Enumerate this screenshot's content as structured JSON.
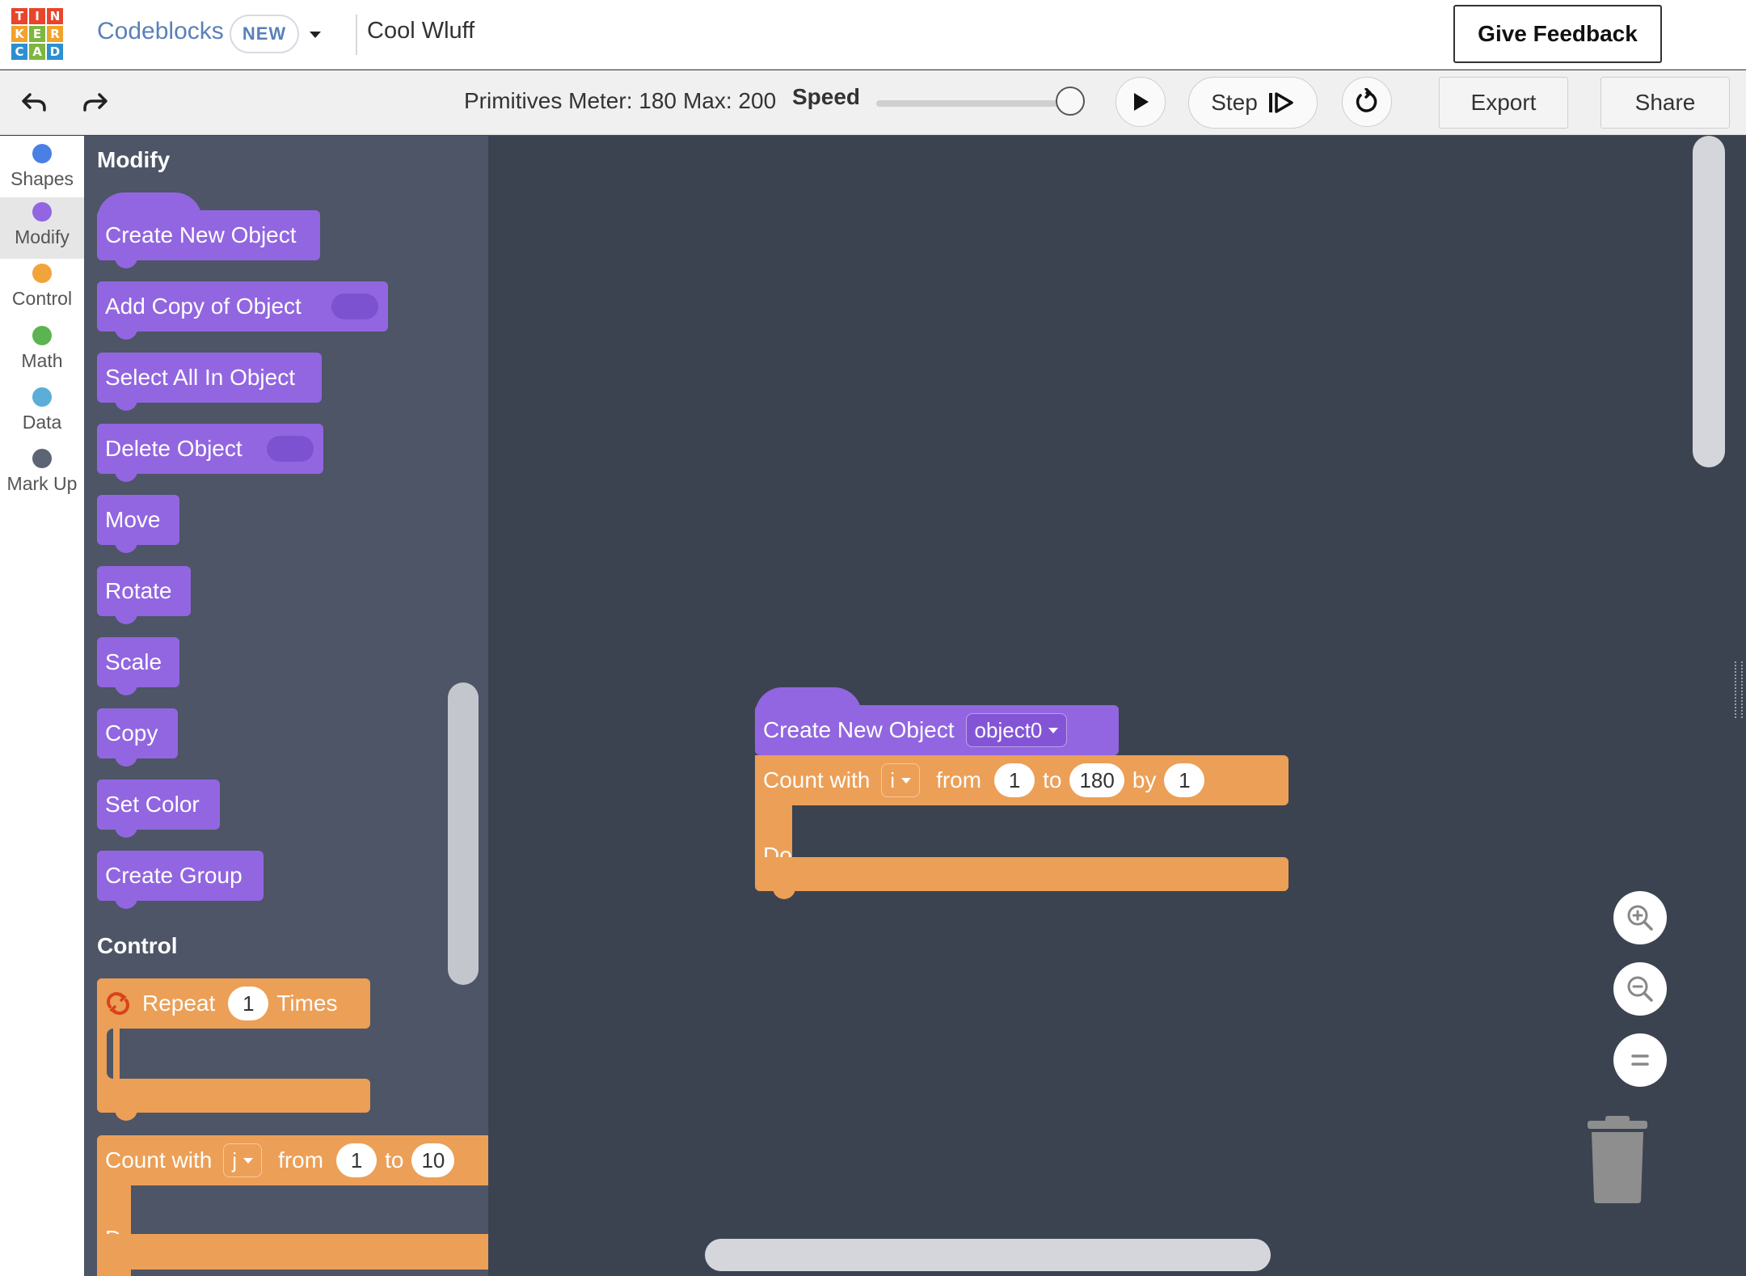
{
  "header": {
    "logo_letters": [
      "T",
      "I",
      "N",
      "K",
      "E",
      "R",
      "C",
      "A",
      "D"
    ],
    "logo_colors": [
      "#e8452c",
      "#e8452c",
      "#e8452c",
      "#f0a22c",
      "#7db640",
      "#f0a22c",
      "#2c8fd0",
      "#7db640",
      "#2c8fd0"
    ],
    "app_name": "Codeblocks",
    "badge": "NEW",
    "project_name": "Cool Wluff",
    "feedback_label": "Give Feedback"
  },
  "toolbar": {
    "meter_label": "Primitives Meter: 180",
    "meter_max": "Max: 200",
    "speed_label": "Speed",
    "speed_value": 1.0,
    "step_label": "Step",
    "export_label": "Export",
    "share_label": "Share"
  },
  "categories": [
    {
      "label": "Shapes",
      "color": "#4a80e6"
    },
    {
      "label": "Modify",
      "color": "#9266e0",
      "active": true
    },
    {
      "label": "Control",
      "color": "#f0a43a"
    },
    {
      "label": "Math",
      "color": "#5cb450"
    },
    {
      "label": "Data",
      "color": "#5aaed8"
    },
    {
      "label": "Mark Up",
      "color": "#5d6474"
    }
  ],
  "flyout": {
    "modify_title": "Modify",
    "modify_blocks": [
      "Create New Object",
      "Add Copy of Object",
      "Select All In Object",
      "Delete Object",
      "Move",
      "Rotate",
      "Scale",
      "Copy",
      "Set Color",
      "Create Group"
    ],
    "control_title": "Control",
    "repeat": {
      "label": "Repeat",
      "count": "1",
      "suffix": "Times"
    },
    "count": {
      "label": "Count with",
      "var": "j",
      "from_label": "from",
      "from": "1",
      "to_label": "to",
      "to": "10",
      "do_label": "Do"
    }
  },
  "workspace": {
    "create_label": "Create New Object",
    "object_name": "object0",
    "count_label": "Count with",
    "var": "i",
    "from_label": "from",
    "from": "1",
    "to_label": "to",
    "to": "180",
    "by_label": "by",
    "by": "1",
    "do_label": "Do"
  },
  "colors": {
    "modify_purple": "#9266e0",
    "control_orange": "#ec9f56",
    "workspace_bg": "#3c4350",
    "flyout_bg": "#4d5566"
  }
}
